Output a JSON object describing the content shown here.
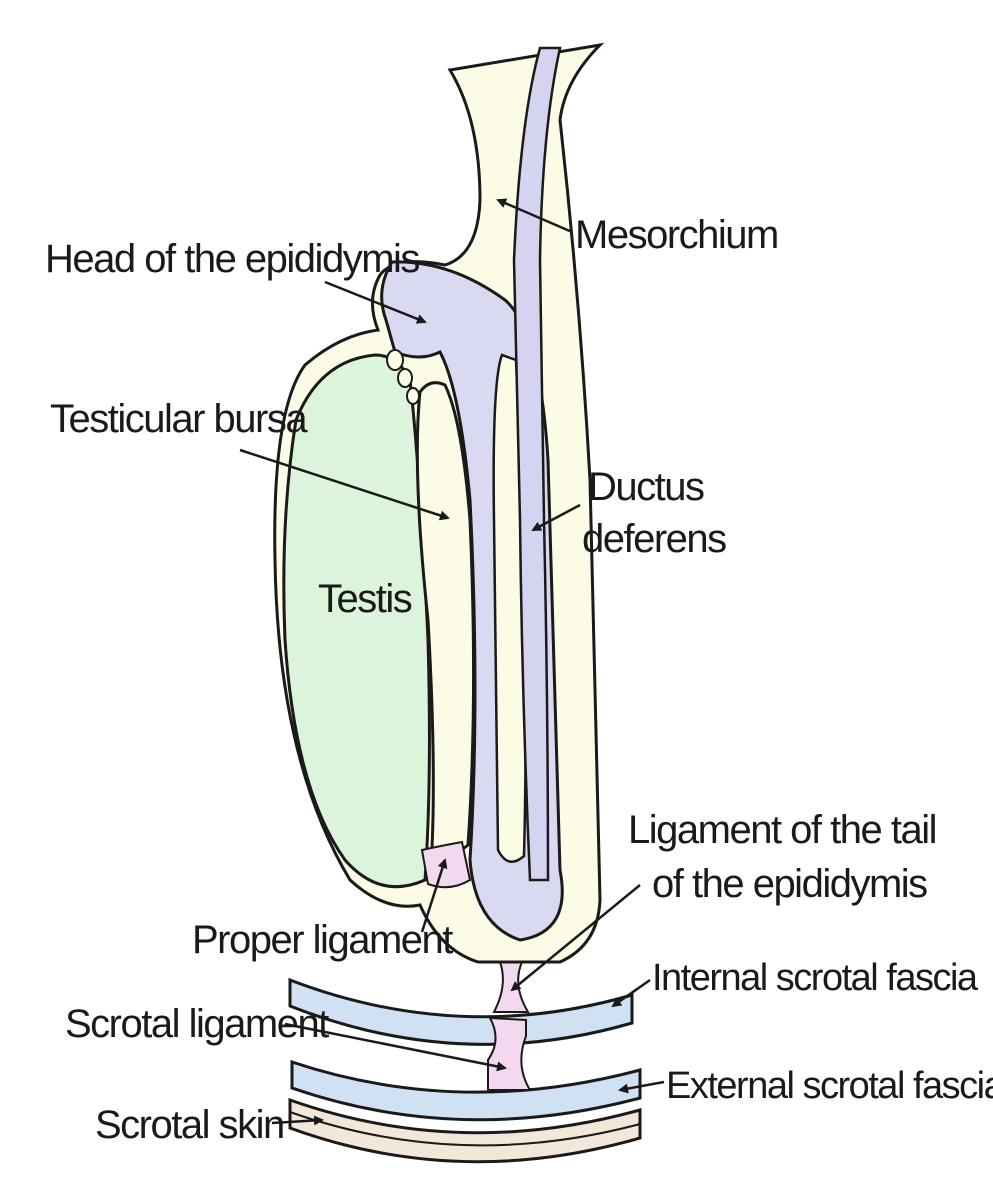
{
  "colors": {
    "background": "#ffffff",
    "mesorchium_fill": "#fcfbe6",
    "epididymis_fill": "#d9d9f2",
    "ductus_fill": "#d4d4f0",
    "testis_fill": "#dcf3dc",
    "ligament_fill": "#f3d9ef",
    "fascia_fill": "#cfe1f2",
    "skin_fill": "#f3e7da",
    "outline": "#1a1a1a"
  },
  "labels": {
    "mesorchium": "Mesorchium",
    "head_epididymis": "Head of the epididymis",
    "testicular_bursa": "Testicular bursa",
    "ductus_line1": "Ductus",
    "ductus_line2": "deferens",
    "testis": "Testis",
    "lig_tail_line1": "Ligament of the tail",
    "lig_tail_line2": "of the epididymis",
    "proper_ligament": "Proper ligament",
    "internal_fascia": "Internal scrotal fascia",
    "scrotal_ligament": "Scrotal ligament",
    "external_fascia": "External scrotal fascia",
    "scrotal_skin": "Scrotal skin"
  }
}
